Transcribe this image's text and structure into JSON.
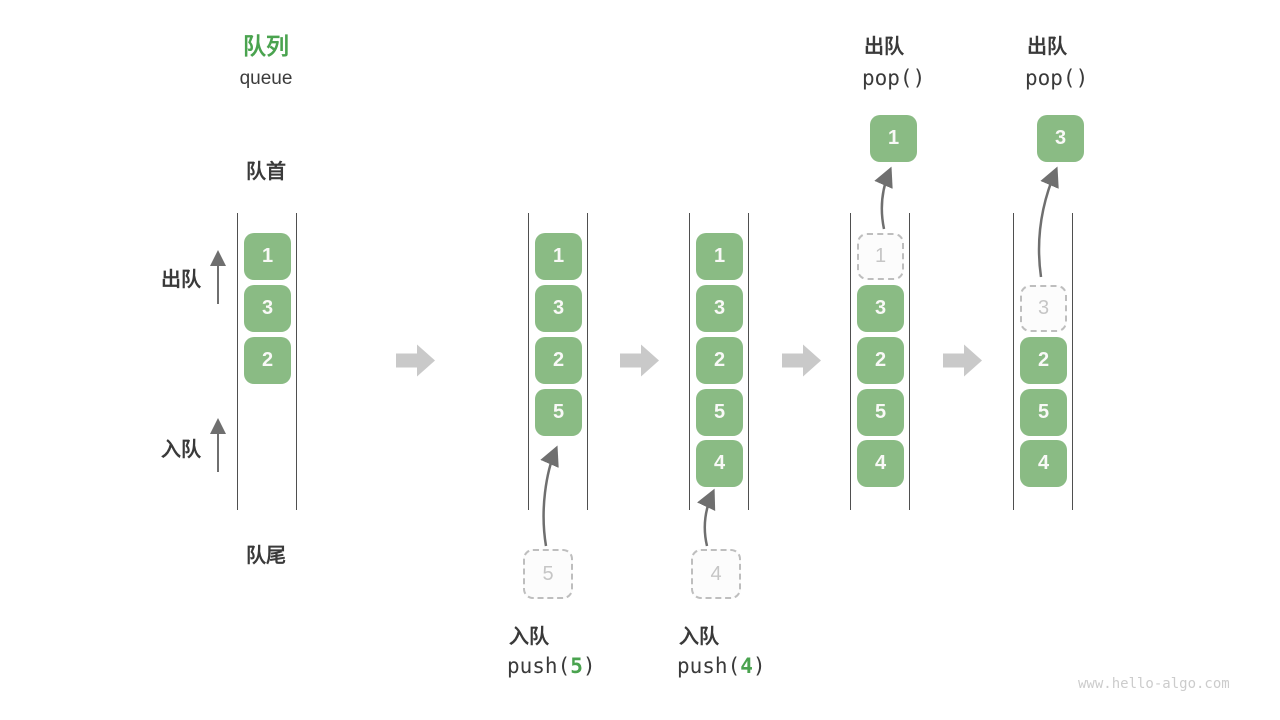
{
  "title": {
    "zh": "队列",
    "en": "queue"
  },
  "side_labels": {
    "front": "队首",
    "rear": "队尾",
    "dequeue": "出队",
    "enqueue": "入队"
  },
  "states": [
    {
      "boxes": [
        {
          "value": "1"
        },
        {
          "value": "3"
        },
        {
          "value": "2"
        }
      ]
    },
    {
      "boxes": [
        {
          "value": "1"
        },
        {
          "value": "3"
        },
        {
          "value": "2"
        },
        {
          "value": "5"
        }
      ]
    },
    {
      "boxes": [
        {
          "value": "1"
        },
        {
          "value": "3"
        },
        {
          "value": "2"
        },
        {
          "value": "5"
        },
        {
          "value": "4"
        }
      ]
    },
    {
      "boxes": [
        {
          "value": "1",
          "ghost": true
        },
        {
          "value": "3"
        },
        {
          "value": "2"
        },
        {
          "value": "5"
        },
        {
          "value": "4"
        }
      ]
    },
    {
      "boxes": [
        {
          "value": "3",
          "ghost": true
        },
        {
          "value": "2"
        },
        {
          "value": "5"
        },
        {
          "value": "4"
        }
      ]
    }
  ],
  "enqueue_steps": [
    {
      "label": "入队",
      "fn_open": "push(",
      "arg": "5",
      "fn_close": ")",
      "staged": "5"
    },
    {
      "label": "入队",
      "fn_open": "push(",
      "arg": "4",
      "fn_close": ")",
      "staged": "4"
    }
  ],
  "dequeue_steps": [
    {
      "label": "出队",
      "fn": "pop()",
      "popped": "1"
    },
    {
      "label": "出队",
      "fn": "pop()",
      "popped": "3"
    }
  ],
  "colors": {
    "box_green": "#8ABB84",
    "accent_green": "#4AA34F",
    "text_dark": "#3A3A3C",
    "block_arrow_gray": "#C9C9C9",
    "thin_arrow_gray": "#6F6F6F",
    "ghost_border": "#BEBEBE",
    "wall": "#4F4F4F",
    "watermark": "#CCCCCC"
  },
  "watermark": "www.hello-algo.com"
}
